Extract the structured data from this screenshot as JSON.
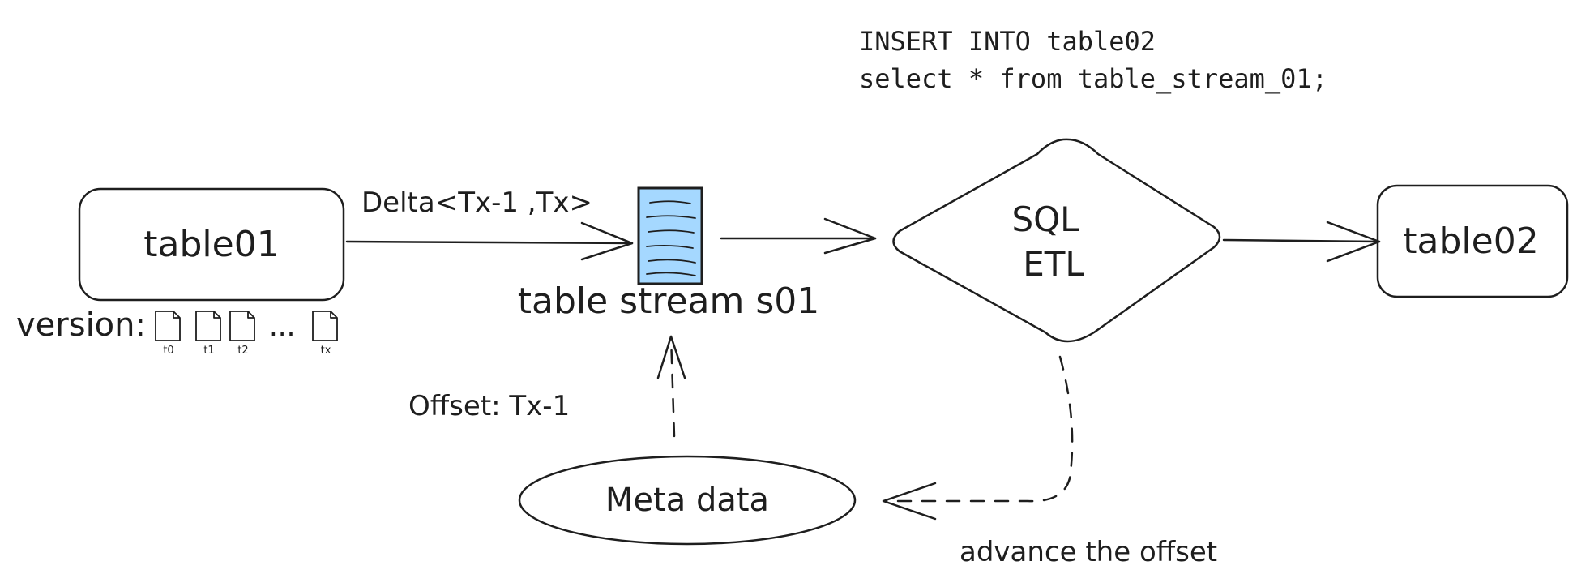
{
  "sql_statement": {
    "line1": "INSERT INTO table02",
    "line2": "select * from table_stream_01;"
  },
  "nodes": {
    "table01": {
      "label": "table01"
    },
    "stream": {
      "label": "table stream s01",
      "fill_color": "#a5d8ff"
    },
    "etl": {
      "line1": "SQL",
      "line2": "ETL"
    },
    "table02": {
      "label": "table02"
    },
    "metadata": {
      "label": "Meta data"
    }
  },
  "edges": {
    "delta": {
      "label": "Delta<Tx-1 ,Tx>"
    },
    "offset": {
      "label": "Offset: Tx-1"
    },
    "advance": {
      "label": "advance the offset"
    }
  },
  "versions": {
    "label": "version:",
    "ellipsis": "...",
    "items": [
      "t0",
      "t1",
      "t2",
      "tx"
    ]
  }
}
